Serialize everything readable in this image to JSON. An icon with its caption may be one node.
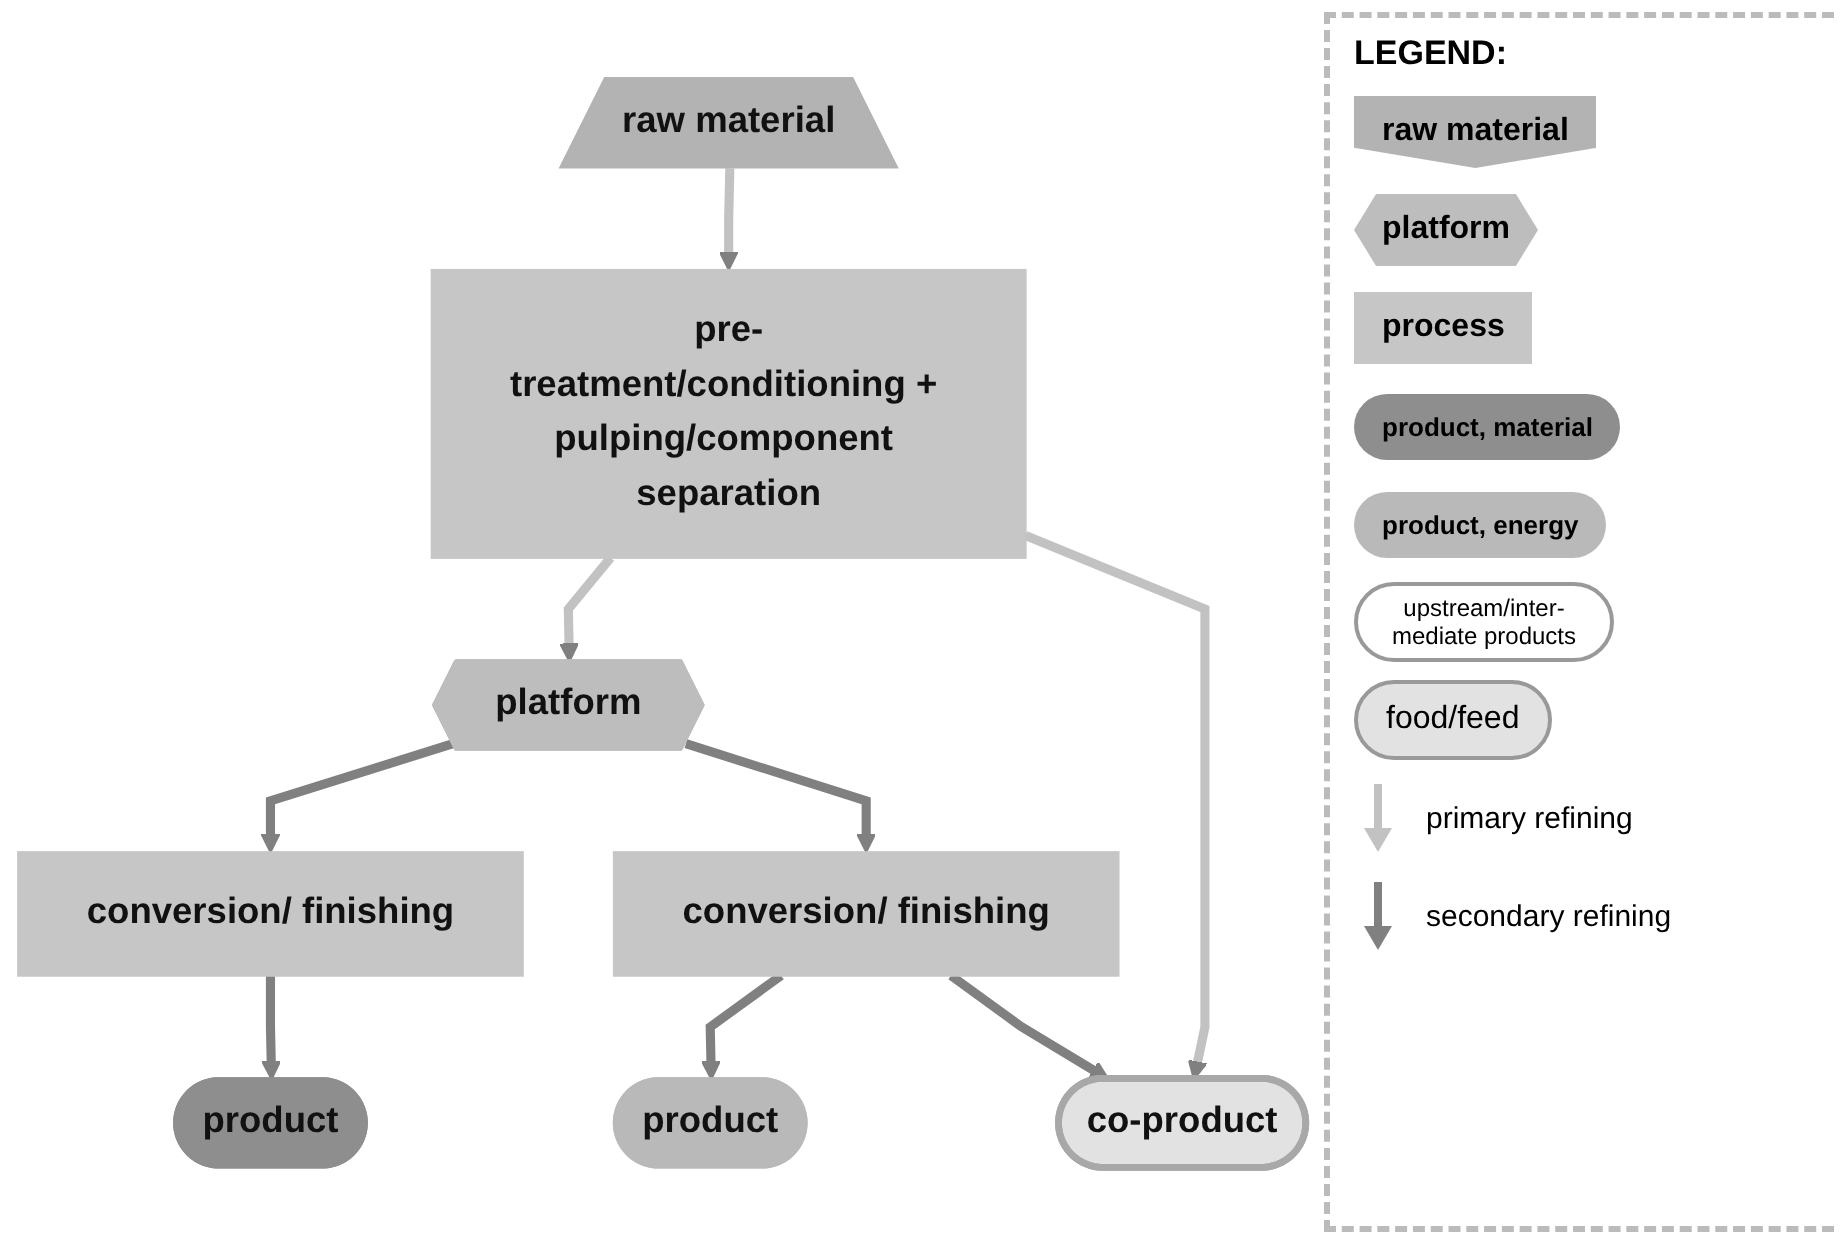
{
  "diagram": {
    "nodes": [
      {
        "text": [
          "raw material"
        ]
      },
      {
        "text": [
          "pre-treatment/conditioning + pulping/component separation"
        ]
      },
      {
        "text": [
          "platform"
        ]
      },
      {
        "text": [
          "conversion/ finishing"
        ]
      },
      {
        "text": [
          "conversion/ finishing"
        ]
      },
      {
        "text": [
          "product"
        ]
      },
      {
        "text": [
          "product"
        ]
      },
      {
        "text": [
          "co-product"
        ]
      }
    ],
    "edges": [
      {
        "from": 0,
        "to": 1,
        "arrow": "to",
        "color": "#c2c2c2"
      },
      {
        "from": 1,
        "to": 2,
        "arrow": "to",
        "color": "#c2c2c2"
      },
      {
        "from": 1,
        "to": 7,
        "arrow": "to",
        "color": "#c2c2c2"
      },
      {
        "from": 2,
        "to": 3,
        "arrow": "to"
      },
      {
        "from": 2,
        "to": 4,
        "arrow": "to"
      },
      {
        "from": 3,
        "to": 5,
        "arrow": "to"
      },
      {
        "from": 4,
        "to": 6,
        "arrow": "to"
      },
      {
        "from": 4,
        "to": 7,
        "arrow": "to"
      }
    ],
    "labels": [
      "LEGEND:"
    ],
    "legend": [
      {
        "text": "raw material"
      },
      {
        "text": "platform"
      },
      {
        "text": "process"
      },
      {
        "text": "product, material"
      },
      {
        "text": "product, energy"
      },
      {
        "text": "upstream/inter- mediate products"
      },
      {
        "text": "food/feed"
      },
      {
        "text": "primary refining"
      },
      {
        "text": "secondary refining"
      }
    ]
  }
}
